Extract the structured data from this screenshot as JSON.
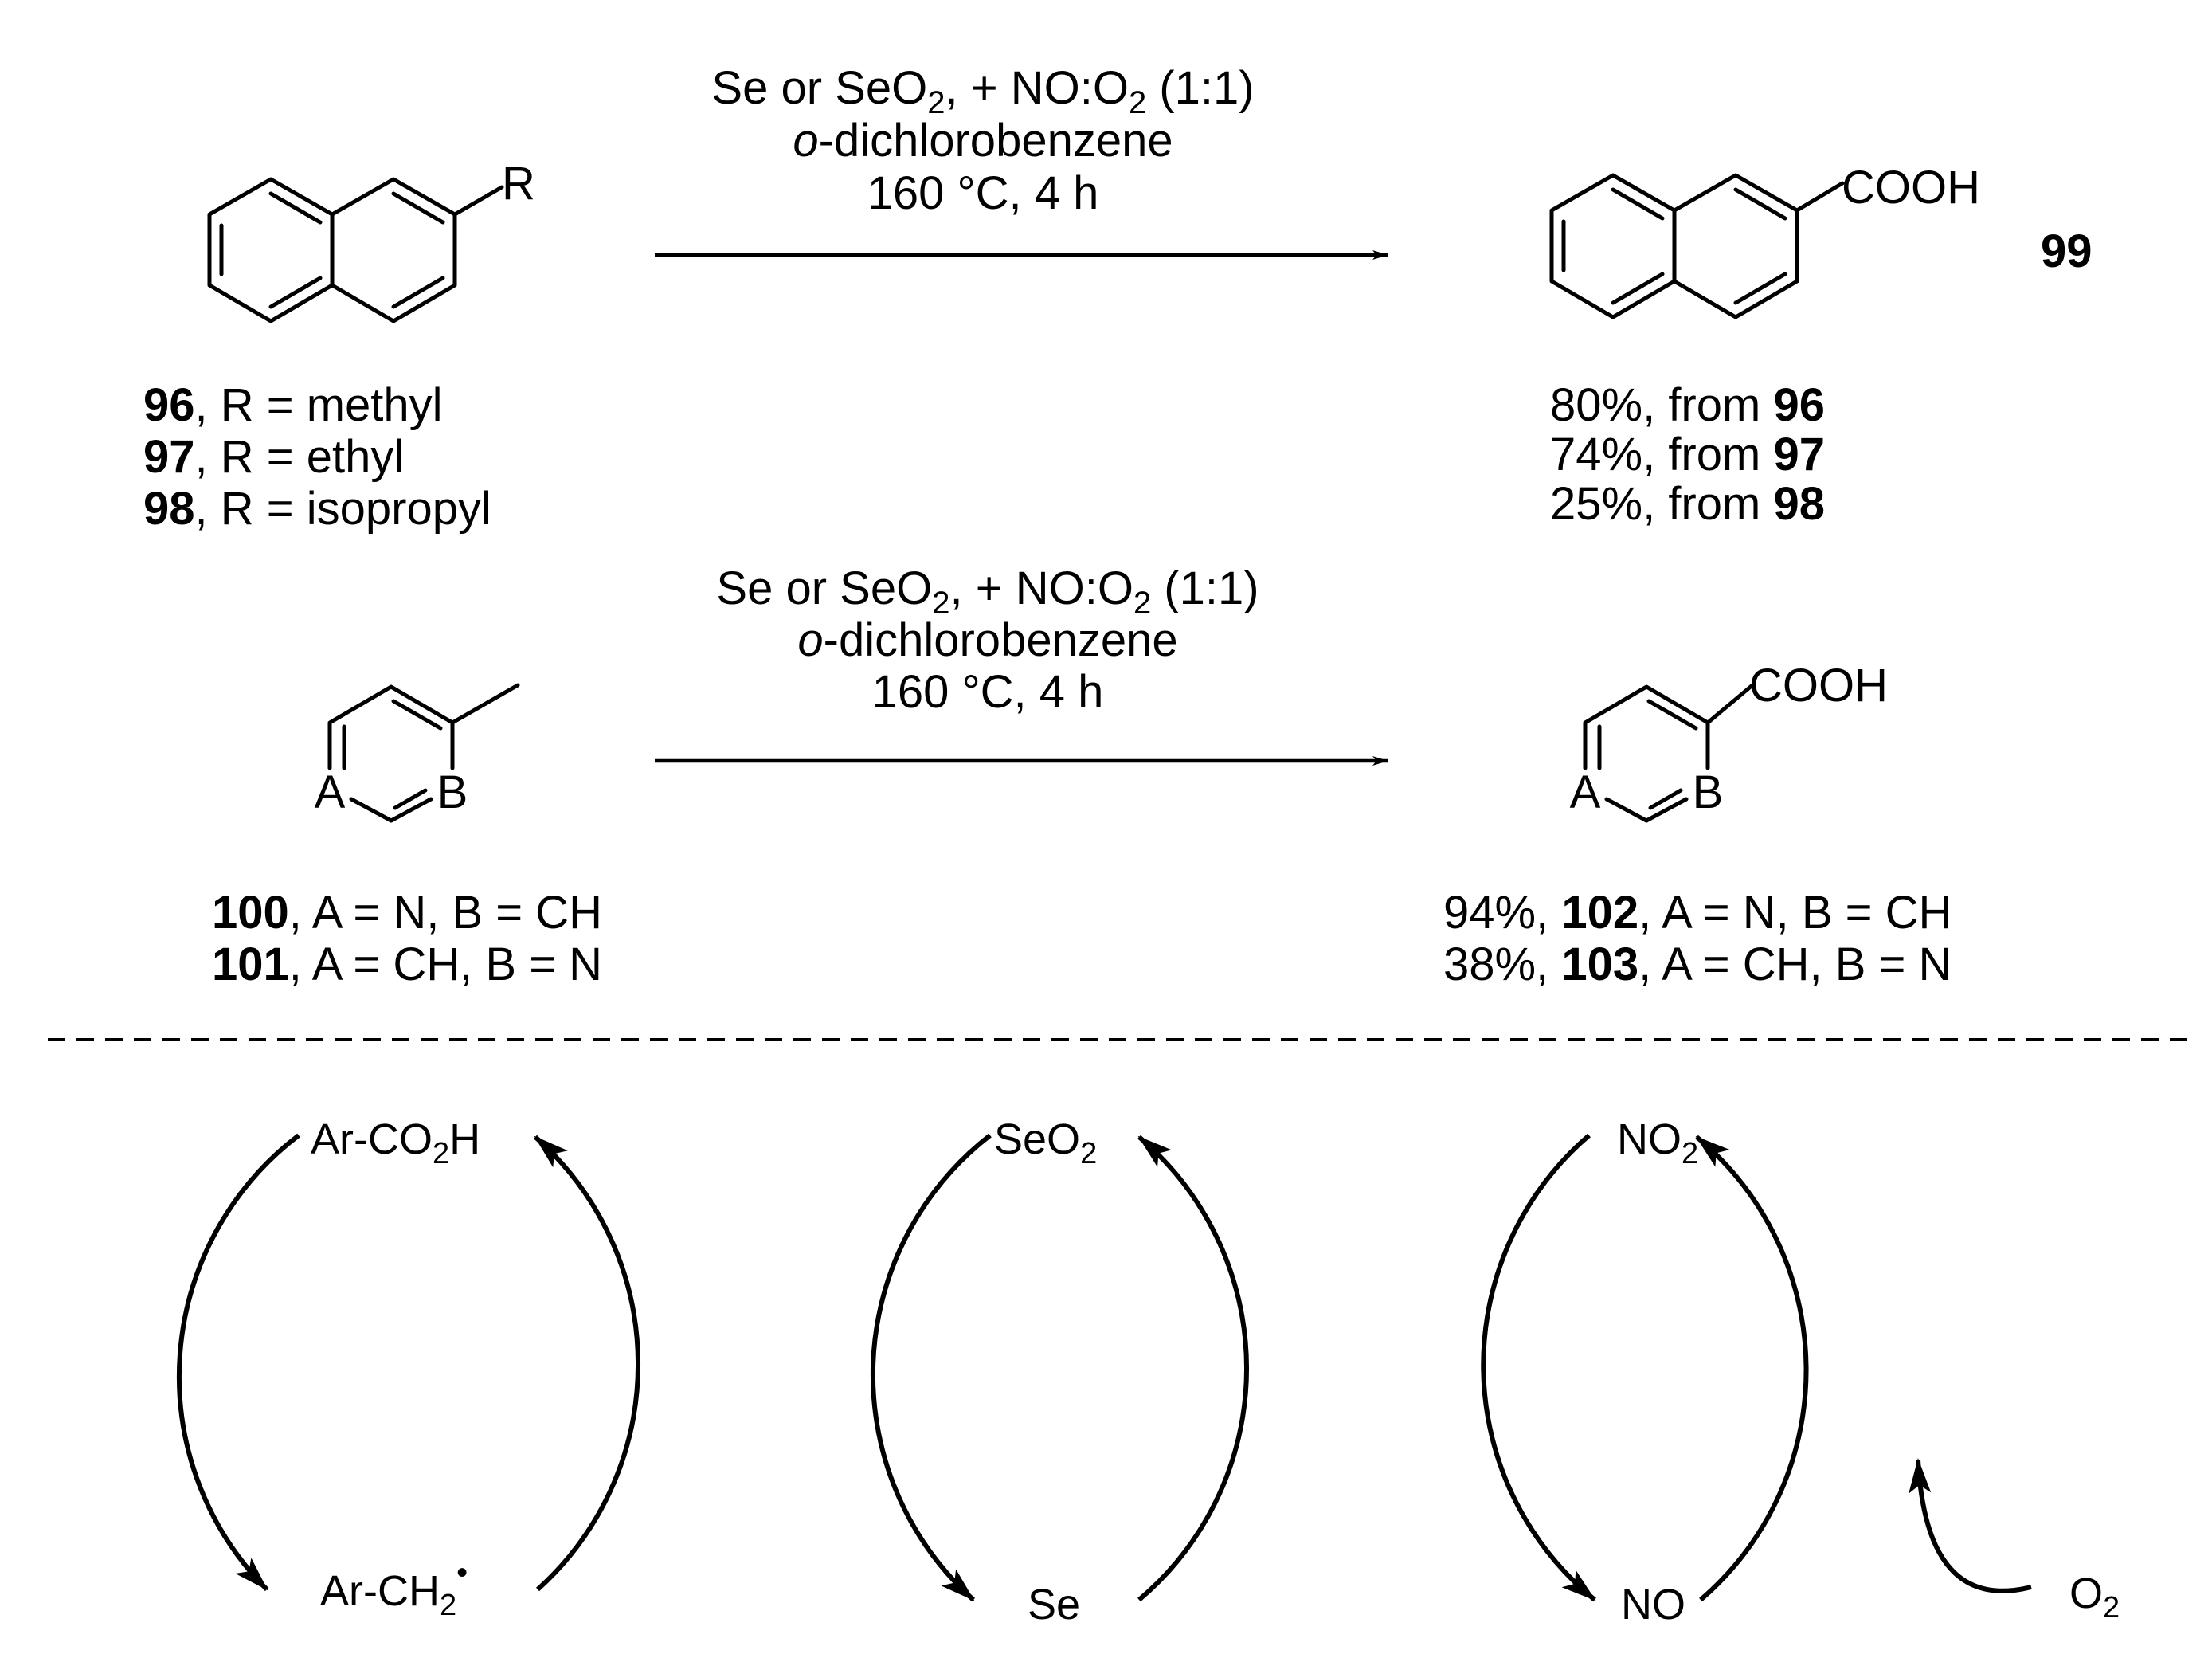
{
  "reaction1": {
    "substrate_substituent": "R",
    "product_group": "COOH",
    "product_number": "99",
    "conditions": {
      "line1_a": "Se or SeO",
      "line1_sub": "2",
      "line1_b": ", + NO:O",
      "line1_sub2": "2",
      "line1_c": " (1:1)",
      "solvent_prefix": "o",
      "solvent_rest": "-dichlorobenzene",
      "temp_time": "160 °C, 4 h"
    },
    "substrates": [
      {
        "number": "96",
        "desc": ", R = methyl"
      },
      {
        "number": "97",
        "desc": ", R = ethyl"
      },
      {
        "number": "98",
        "desc": ", R = isopropyl"
      }
    ],
    "yields": [
      {
        "text": "80%, from ",
        "number": "96"
      },
      {
        "text": "74%, from ",
        "number": "97"
      },
      {
        "text": "25%, from ",
        "number": "98"
      }
    ]
  },
  "reaction2": {
    "atom_a": "A",
    "atom_b": "B",
    "product_group": "COOH",
    "conditions": {
      "line1_a": "Se or SeO",
      "line1_sub": "2",
      "line1_b": ", + NO:O",
      "line1_sub2": "2",
      "line1_c": " (1:1)",
      "solvent_prefix": "o",
      "solvent_rest": "-dichlorobenzene",
      "temp_time": "160 °C, 4 h"
    },
    "substrates": [
      {
        "number": "100",
        "desc": ", A = N, B = CH"
      },
      {
        "number": "101",
        "desc": ", A = CH, B = N"
      }
    ],
    "products": [
      {
        "yield": "94%, ",
        "number": "102",
        "desc": ", A = N, B = CH"
      },
      {
        "yield": "38%, ",
        "number": "103",
        "desc": ", A = CH, B = N"
      }
    ]
  },
  "cycles": {
    "c1_top_a": "Ar-CO",
    "c1_top_sub": "2",
    "c1_top_b": "H",
    "c1_bottom_a": "Ar-CH",
    "c1_bottom_sub": "2",
    "c1_bottom_sup": "•",
    "c2_top_a": "SeO",
    "c2_top_sub": "2",
    "c2_bottom": "Se",
    "c3_top_a": "NO",
    "c3_top_sub": "2",
    "c3_bottom": "NO",
    "o2_a": "O",
    "o2_sub": "2"
  }
}
